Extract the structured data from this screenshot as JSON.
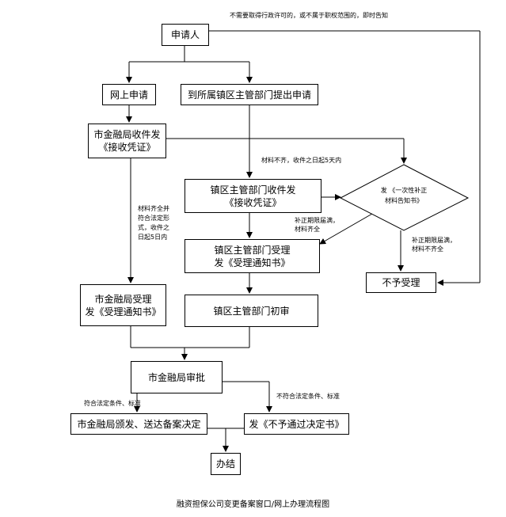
{
  "nodes": {
    "applicant": "申请人",
    "online_apply": "网上申请",
    "town_apply": "到所属镇区主管部门提出申请",
    "city_receive_l1": "市金融局收件发",
    "city_receive_l2": "《接收凭证》",
    "town_receive_l1": "镇区主管部门收件发",
    "town_receive_l2": "《接收凭证》",
    "supplement_l1": "发 《一次性补正",
    "supplement_l2": "材料告知书》",
    "town_accept_l1": "镇区主管部门受理",
    "town_accept_l2": "发《受理通知书》",
    "reject_accept": "不予受理",
    "city_accept_l1": "市金融局受理",
    "city_accept_l2": "发《受理通知书》",
    "town_review": "镇区主管部门初审",
    "city_approve": "市金融局审批",
    "city_issue": "市金融局颁发、送达备案决定",
    "not_pass": "发《不予通过决定书》",
    "finish": "办结"
  },
  "notes": {
    "no_permit": "不需要取得行政许可的，或不属于职权范围的，即时告知",
    "incomplete_5days": "材料不齐，收件之日起5天内",
    "complete_l1": "材料齐全并",
    "complete_l2": "符合法定形",
    "complete_l3": "式，收件之",
    "complete_l4": "日起5日内",
    "supp_complete_l1": "补正期限届满，",
    "supp_complete_l2": "材料齐全",
    "supp_incomplete_l1": "补正期限届满，",
    "supp_incomplete_l2": "材料不齐全",
    "meets": "符合法定条件、标准",
    "not_meets": "不符合法定条件、标准"
  },
  "caption": "融资担保公司变更备案窗口/网上办理流程图"
}
